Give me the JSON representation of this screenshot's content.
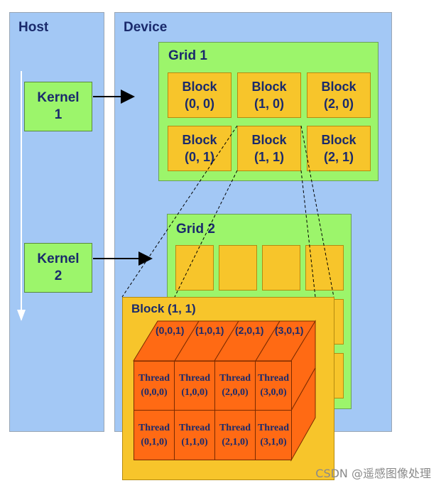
{
  "host": {
    "title": "Host"
  },
  "device": {
    "title": "Device"
  },
  "kernels": [
    {
      "name": "Kernel",
      "num": "1"
    },
    {
      "name": "Kernel",
      "num": "2"
    }
  ],
  "grid1": {
    "title": "Grid 1",
    "blocks": [
      {
        "label": "Block",
        "index": "(0, 0)"
      },
      {
        "label": "Block",
        "index": "(1, 0)"
      },
      {
        "label": "Block",
        "index": "(2, 0)"
      },
      {
        "label": "Block",
        "index": "(0, 1)"
      },
      {
        "label": "Block",
        "index": "(1, 1)"
      },
      {
        "label": "Block",
        "index": "(2, 1)"
      }
    ]
  },
  "grid2": {
    "title": "Grid 2"
  },
  "block_detail": {
    "title": "Block (1, 1)",
    "top_labels": [
      "(0,0,1)",
      "(1,0,1)",
      "(2,0,1)",
      "(3,0,1)"
    ],
    "threads": [
      {
        "label": "Thread",
        "index": "(0,0,0)"
      },
      {
        "label": "Thread",
        "index": "(1,0,0)"
      },
      {
        "label": "Thread",
        "index": "(2,0,0)"
      },
      {
        "label": "Thread",
        "index": "(3,0,0)"
      },
      {
        "label": "Thread",
        "index": "(0,1,0)"
      },
      {
        "label": "Thread",
        "index": "(1,1,0)"
      },
      {
        "label": "Thread",
        "index": "(2,1,0)"
      },
      {
        "label": "Thread",
        "index": "(3,1,0)"
      }
    ]
  },
  "watermark": "CSDN @遥感图像处理",
  "colors": {
    "panel": "#a3c8f5",
    "kernel": "#9cf56b",
    "block": "#f7c52b",
    "thread": "#ff6a14",
    "text": "#1a2a6c"
  }
}
